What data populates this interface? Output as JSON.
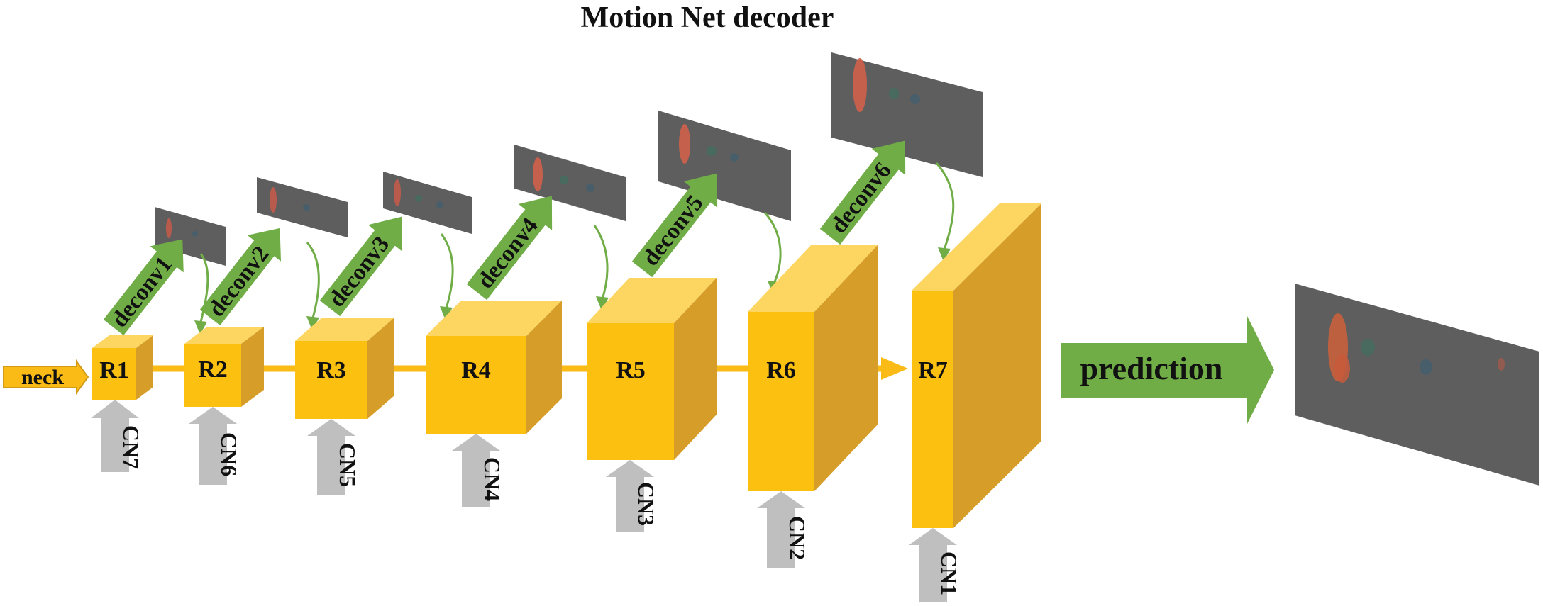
{
  "title": "Motion Net decoder",
  "input_label": "neck",
  "output_label": "prediction",
  "blocks": [
    {
      "label": "R1",
      "skip": "CN7",
      "deconv": "deconv1"
    },
    {
      "label": "R2",
      "skip": "CN6",
      "deconv": "deconv2"
    },
    {
      "label": "R3",
      "skip": "CN5",
      "deconv": "deconv3"
    },
    {
      "label": "R4",
      "skip": "CN4",
      "deconv": "deconv4"
    },
    {
      "label": "R5",
      "skip": "CN3",
      "deconv": "deconv5"
    },
    {
      "label": "R6",
      "skip": "CN2",
      "deconv": "deconv6"
    },
    {
      "label": "R7",
      "skip": "CN1"
    }
  ],
  "colors": {
    "block_front": "#fcc010",
    "block_top": "#fdd561",
    "block_side": "#d69e28",
    "connector": "#fbbb16",
    "deconv_arrow": "#70ad47",
    "skip_arrow": "#bfbfbf",
    "feature_map": "#5e5e5e"
  }
}
